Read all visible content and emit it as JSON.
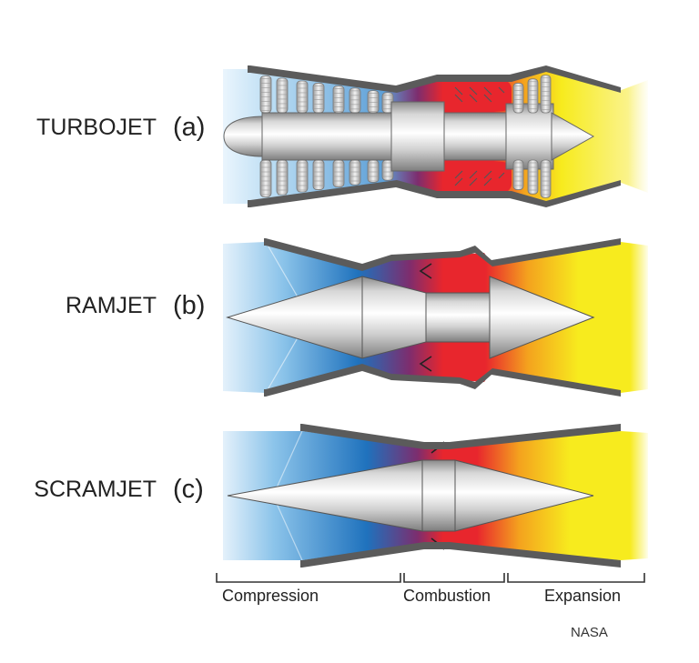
{
  "engines": [
    {
      "name": "TURBOJET",
      "tag": "(a)"
    },
    {
      "name": "RAMJET",
      "tag": "(b)"
    },
    {
      "name": "SCRAMJET",
      "tag": "(c)"
    }
  ],
  "phases": [
    "Compression",
    "Combustion",
    "Expansion"
  ],
  "credit": "NASA",
  "colors": {
    "cold_light": "#dceefb",
    "cold": "#8cc4ea",
    "cold_dark": "#1f72bd",
    "combustion_purple": "#7d2d6e",
    "combustion_red": "#e8262d",
    "hot_orange": "#f4a21e",
    "exhaust_yellow": "#f7eb1e",
    "casing_gray": "#5b5b5b",
    "body_silver": "#c8c8c8"
  }
}
